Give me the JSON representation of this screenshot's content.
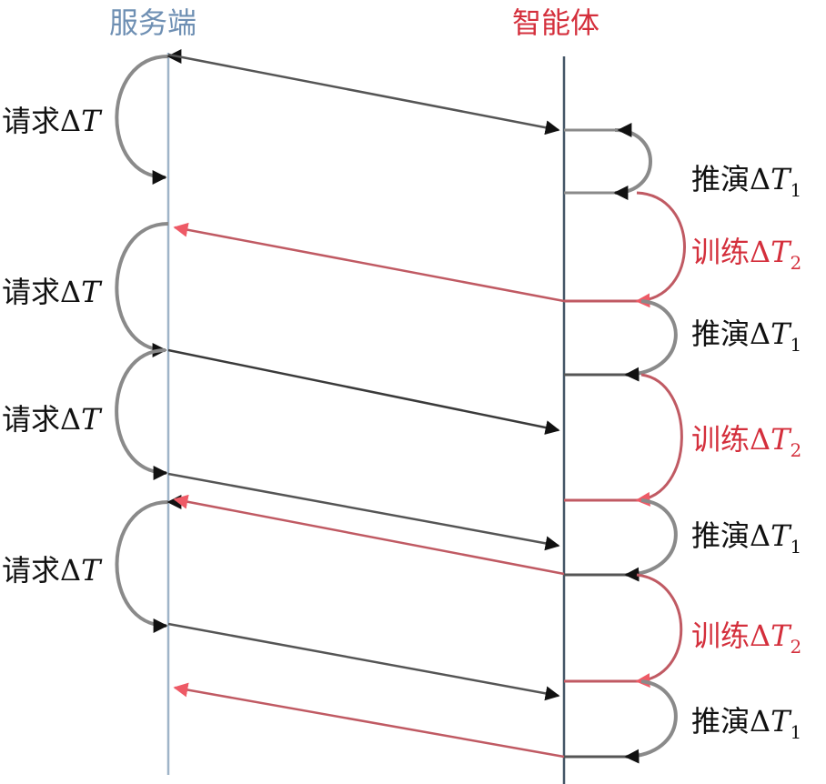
{
  "headers": {
    "server": "服务端",
    "agent": "智能体"
  },
  "labels": {
    "request_prefix": "请求",
    "delta": "Δ",
    "T": "T",
    "infer_prefix": "推演",
    "train_prefix": "训练",
    "sub1": "1",
    "sub2": "2"
  },
  "colors": {
    "server_header": "#6e8fb3",
    "agent_header": "#d42f3c",
    "server_line": "#9fb4c8",
    "agent_line": "#445566",
    "gray_arrow": "#555555",
    "gray_stroke": "#8a8a8a",
    "red_arrow": "#ee5a66",
    "red_stroke": "#c05a63",
    "text_black": "#111111",
    "text_red": "#d42f3c"
  }
}
